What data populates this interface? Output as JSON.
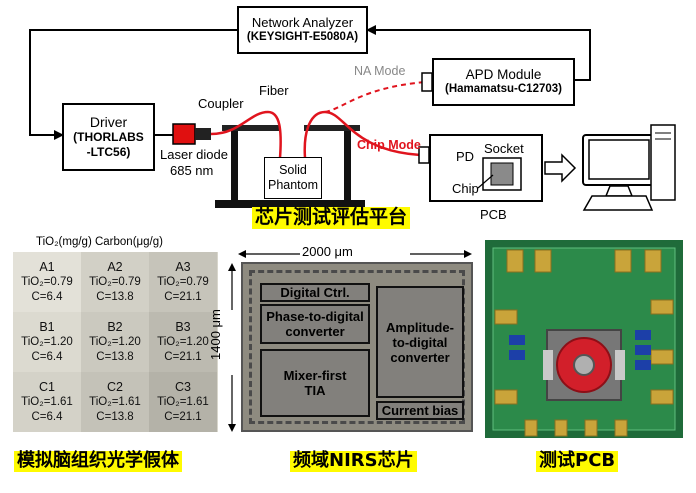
{
  "setup": {
    "network_analyzer": {
      "name": "Network Analyzer",
      "model": "(KEYSIGHT-E5080A)"
    },
    "driver": {
      "name": "Driver",
      "model_line1": "(THORLABS",
      "model_line2": "-LTC56)"
    },
    "coupler": "Coupler",
    "fiber": "Fiber",
    "laser_diode": "Laser diode",
    "wavelength": "685 nm",
    "phantom_line1": "Solid",
    "phantom_line2": "Phantom",
    "na_mode": "NA Mode",
    "chip_mode": "Chip Mode",
    "apd": {
      "name": "APD Module",
      "model": "(Hamamatsu-C12703)"
    },
    "pd": "PD",
    "socket": "Socket",
    "chip": "Chip",
    "pcb": "PCB",
    "platform_caption": "芯片测试评估平台"
  },
  "phantoms": {
    "header": "TiO₂(mg/g)  Carbon(μg/g)",
    "cells": [
      {
        "id": "A1",
        "tio2": "TiO₂=0.79",
        "c": "C=6.4"
      },
      {
        "id": "A2",
        "tio2": "TiO₂=0.79",
        "c": "C=13.8"
      },
      {
        "id": "A3",
        "tio2": "TiO₂=0.79",
        "c": "C=21.1"
      },
      {
        "id": "B1",
        "tio2": "TiO₂=1.20",
        "c": "C=6.4"
      },
      {
        "id": "B2",
        "tio2": "TiO₂=1.20",
        "c": "C=13.8"
      },
      {
        "id": "B3",
        "tio2": "TiO₂=1.20",
        "c": "C=21.1"
      },
      {
        "id": "C1",
        "tio2": "TiO₂=1.61",
        "c": "C=6.4"
      },
      {
        "id": "C2",
        "tio2": "TiO₂=1.61",
        "c": "C=13.8"
      },
      {
        "id": "C3",
        "tio2": "TiO₂=1.61",
        "c": "C=21.1"
      }
    ],
    "caption": "模拟脑组织光学假体"
  },
  "chip": {
    "width_label": "2000 μm",
    "height_label": "1400 μm",
    "blocks": {
      "digital_ctrl": "Digital Ctrl.",
      "p2d_line1": "Phase-to-digital",
      "p2d_line2": "converter",
      "mixer_line1": "Mixer-first",
      "mixer_line2": "TIA",
      "adc_line1": "Amplitude-",
      "adc_line2": "to-digital",
      "adc_line3": "converter",
      "bias": "Current bias"
    },
    "caption": "频域NIRS芯片"
  },
  "pcb_photo": {
    "caption": "测试PCB"
  },
  "colors": {
    "highlight": "#fffb00",
    "fiber": "#e0141e",
    "chip_mode_text": "#e0141e",
    "na_mode_text": "#888888"
  }
}
